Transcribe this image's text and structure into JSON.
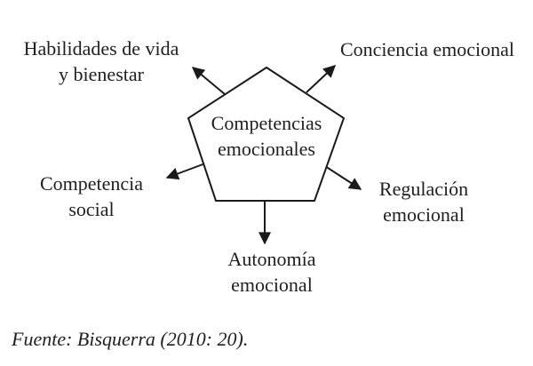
{
  "colors": {
    "background": "#ffffff",
    "line": "#1a1a1a",
    "text": "#1f1f1f"
  },
  "diagram": {
    "type": "radial-pentagon-diagram",
    "center_label": [
      "Competencias",
      "emocionales"
    ],
    "nodes": [
      {
        "position": "top-left",
        "lines": [
          "Habilidades de vida",
          "y bienestar"
        ]
      },
      {
        "position": "top-right",
        "lines": [
          "Conciencia emocional"
        ]
      },
      {
        "position": "left",
        "lines": [
          "Competencia",
          "social"
        ]
      },
      {
        "position": "right",
        "lines": [
          "Regulación",
          "emocional"
        ]
      },
      {
        "position": "bottom",
        "lines": [
          "Autonomía",
          "emocional"
        ]
      }
    ],
    "source_note": "Fuente: Bisquerra (2010: 20)."
  }
}
